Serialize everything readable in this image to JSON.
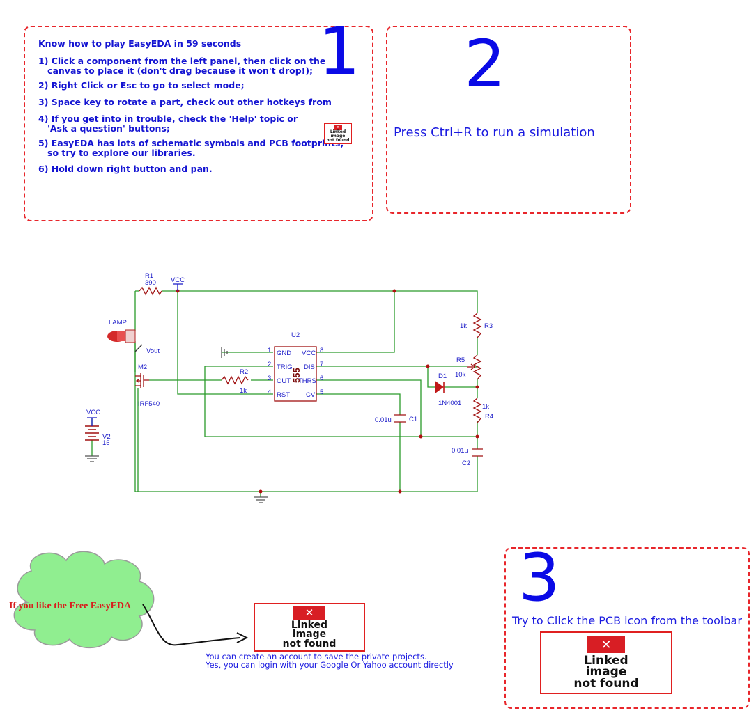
{
  "box1": {
    "number": "1",
    "heading": "Know how to play EasyEDA in 59 seconds",
    "tips": [
      "1) Click a component from the left panel, then click on the\n   canvas to place it (don't drag because it won't drop!);",
      "2) Right Click or Esc to go to select mode;",
      "3) Space key to rotate a part, check out other hotkeys from",
      "4) If you get into in trouble, check the 'Help' topic or\n   'Ask a question' buttons;",
      "5) EasyEDA has lots of schematic symbols and PCB footprints,\n   so try to explore our libraries.",
      "6) Hold down right button and pan."
    ]
  },
  "box2": {
    "number": "2",
    "text": "Press Ctrl+R to run a simulation"
  },
  "box3": {
    "number": "3",
    "text": "Try to Click the PCB icon from the toolbar"
  },
  "broken_image": {
    "icon": "x-icon",
    "text": "Linked\nimage\nnot found"
  },
  "cloud": {
    "text": "If you like the Free EasyEDA",
    "color": "#d81e1e",
    "fill": "#90ee90"
  },
  "account_note": {
    "line1": "You can create an account to save the private projects.",
    "line2": "Yes, you can login with your Google Or Yahoo account directly"
  },
  "schematic": {
    "wire_color": "#2a9a2a",
    "part_color": "#a01010",
    "label_color": "#1a1ac8",
    "labels": {
      "R1": "R1",
      "R1_val": "390",
      "VCC_top": "VCC",
      "LAMP": "LAMP",
      "Vout": "Vout",
      "M2": "M2",
      "M2_val": "IRF540",
      "R2": "R2",
      "R2_val": "1k",
      "U2": "U2",
      "chip": "555",
      "pin1": "1",
      "pin2": "2",
      "pin3": "3",
      "pin4": "4",
      "pin5": "5",
      "pin6": "6",
      "pin7": "7",
      "pin8": "8",
      "GND": "GND",
      "TRIG": "TRIG",
      "OUT": "OUT",
      "RST": "RST",
      "VCC": "VCC",
      "DIS": "DIS",
      "THRS": "THRS",
      "CV": "CV",
      "R3": "R3",
      "R3_val": "1k",
      "R5": "R5",
      "R5_val": "10k",
      "D1": "D1",
      "D1_val": "1N4001",
      "R4": "R4",
      "R4_val": "1k",
      "C1": "C1",
      "C1_val": "0.01u",
      "C2": "C2",
      "C2_val": "0.01u",
      "VCC_src": "VCC",
      "V2": "V2",
      "V2_val": "15"
    }
  }
}
